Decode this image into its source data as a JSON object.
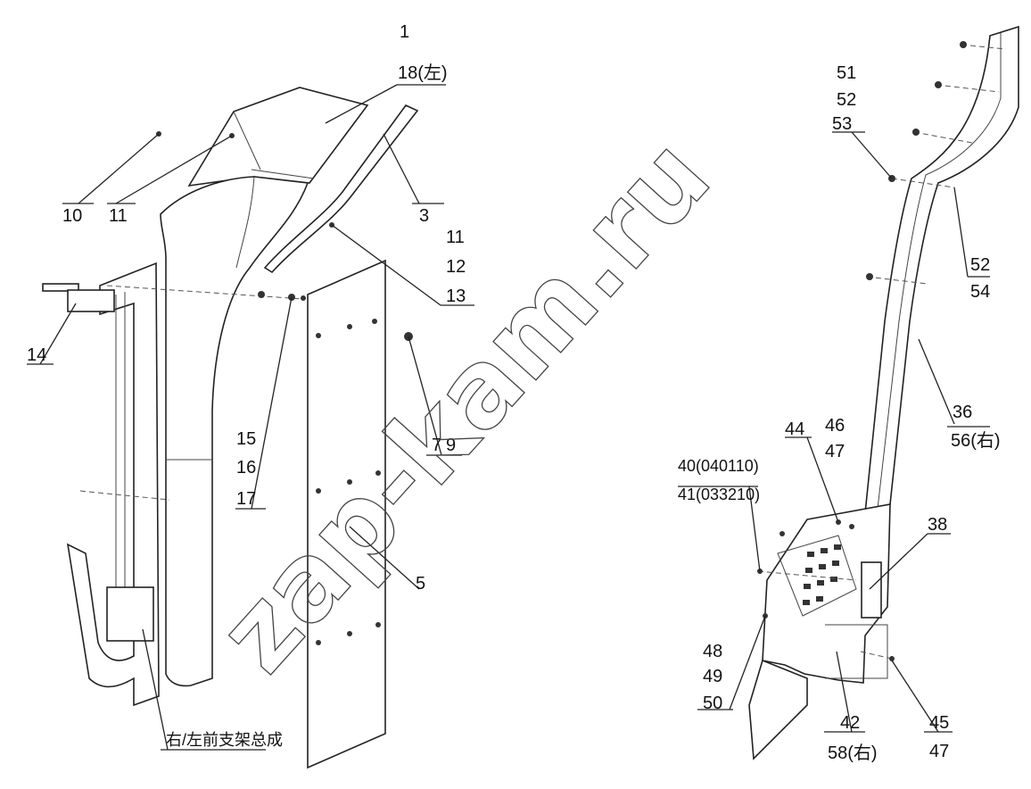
{
  "watermark": "zap-kam.ru",
  "left_assembly": {
    "callouts": [
      "1",
      "18(左)",
      "3",
      "10",
      "11",
      "11",
      "12",
      "13",
      "14",
      "15",
      "16",
      "17",
      "7",
      "9",
      "5"
    ],
    "caption": "右/左前支架总成"
  },
  "right_assembly": {
    "callouts": [
      "51",
      "52",
      "53",
      "52",
      "54",
      "36",
      "56(右)",
      "44",
      "46",
      "47",
      "40(040110)",
      "41(033210)",
      "38",
      "48",
      "49",
      "50",
      "42",
      "58(右)",
      "45",
      "47"
    ]
  }
}
